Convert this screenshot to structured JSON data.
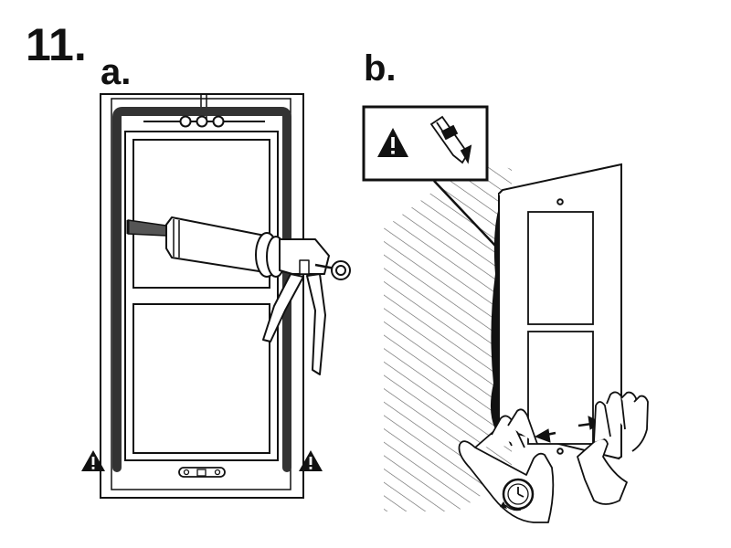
{
  "step_number": "11.",
  "panel_a": {
    "label": "a."
  },
  "panel_b": {
    "label": "b."
  },
  "icons": {
    "warning": "warning-triangle-icon",
    "cutter": "utility-knife-icon",
    "timer": "clock-icon"
  },
  "colors": {
    "ink": "#111111",
    "seal": "#333333",
    "paper": "#ffffff"
  }
}
